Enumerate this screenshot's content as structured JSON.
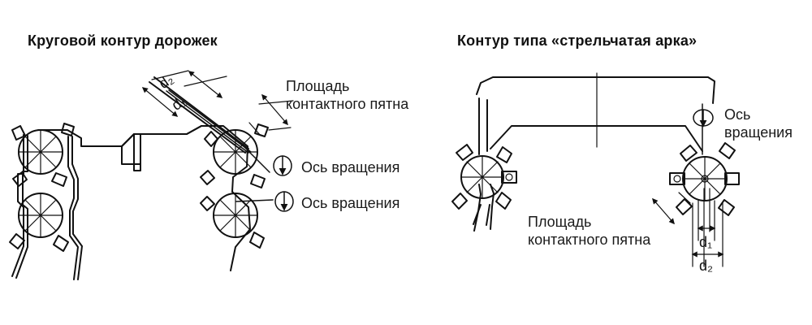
{
  "left_panel": {
    "title": "Круговой контур дорожек",
    "contact_label": "Площадь\nконтактного пятна",
    "axis_label_1": "Ось вращения",
    "axis_label_2": "Ось вращения",
    "d2": "d₂",
    "d1": "d₁"
  },
  "right_panel": {
    "title": "Контур типа «стрельчатая арка»",
    "axis_label": "Ось\nвращения",
    "contact_label": "Площадь\nконтактного пятна",
    "d1": "d₁",
    "d2": "d₂"
  },
  "colors": {
    "ink": "#111111",
    "background": "#ffffff"
  }
}
